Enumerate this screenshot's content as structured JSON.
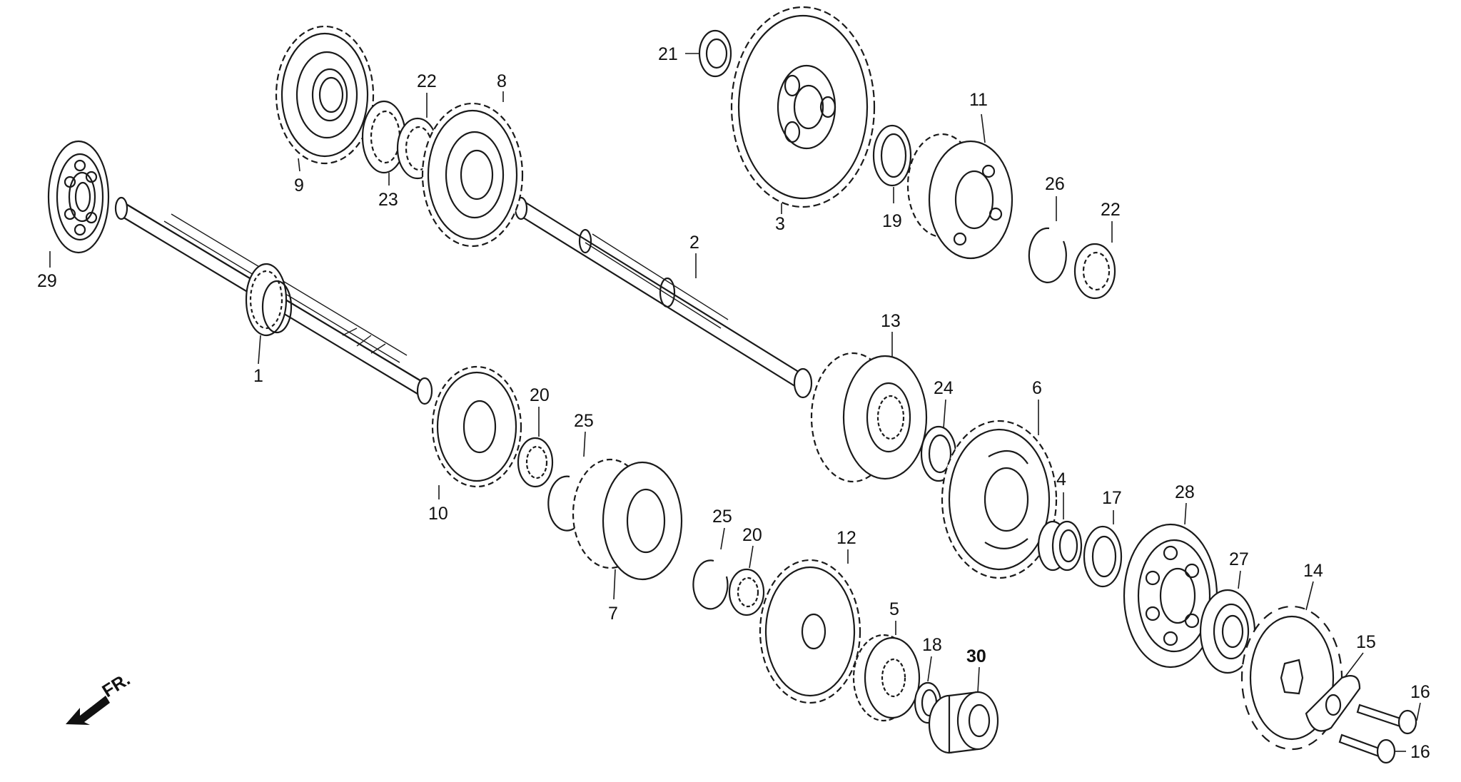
{
  "labels": {
    "p1": "1",
    "p2": "2",
    "p3": "3",
    "p4": "4",
    "p5": "5",
    "p6": "6",
    "p7": "7",
    "p8": "8",
    "p9": "9",
    "p10": "10",
    "p11": "11",
    "p12": "12",
    "p13": "13",
    "p14": "14",
    "p15": "15",
    "p16a": "16",
    "p16b": "16",
    "p17": "17",
    "p18": "18",
    "p19": "19",
    "p20a": "20",
    "p20b": "20",
    "p21": "21",
    "p22a": "22",
    "p22b": "22",
    "p23": "23",
    "p24": "24",
    "p25a": "25",
    "p25b": "25",
    "p26": "26",
    "p27": "27",
    "p28": "28",
    "p29": "29",
    "p30": "30"
  },
  "front_marker": "FR."
}
